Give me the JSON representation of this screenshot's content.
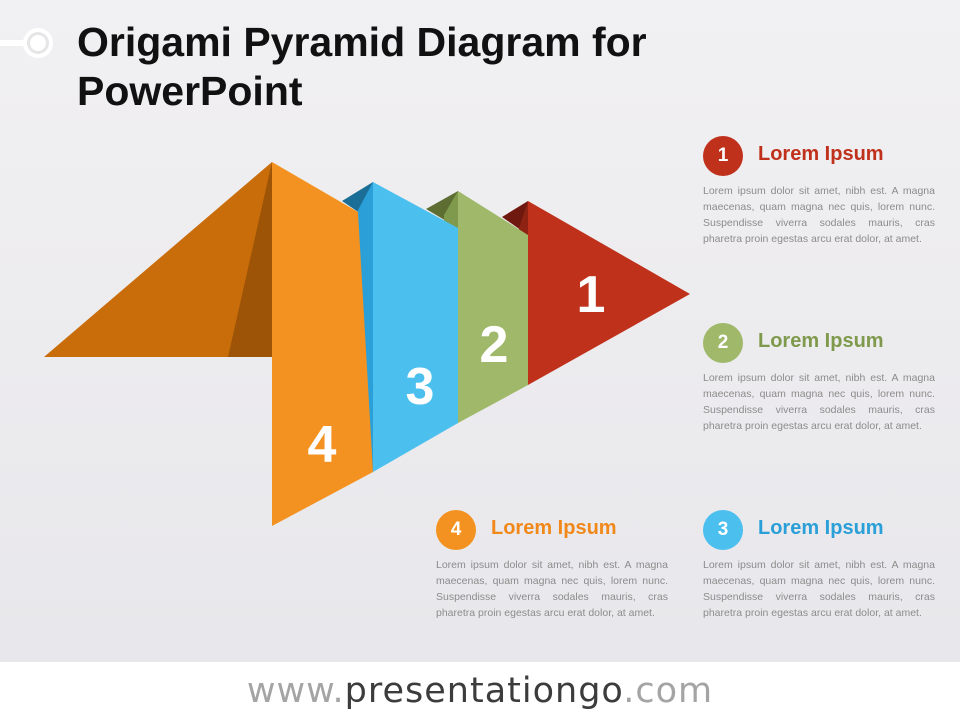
{
  "title": {
    "line1": "Origami Pyramid Diagram for",
    "line2": "PowerPoint"
  },
  "diagram": {
    "steps": [
      {
        "number": "1",
        "color": "#c0311c"
      },
      {
        "number": "2",
        "color": "#9fb86a"
      },
      {
        "number": "3",
        "color": "#4bbfee"
      },
      {
        "number": "4",
        "color": "#f39220"
      }
    ],
    "shadow_colors": {
      "red": "#6e1810",
      "green": "#5e6e33",
      "blue": "#1b6f96",
      "orange_dark": "#c86d0a",
      "orange_shadow": "#9d5407"
    }
  },
  "items": [
    {
      "number": "1",
      "title": "Lorem Ipsum",
      "color": "#c0311c",
      "body": "Lorem ipsum dolor sit amet, nibh est. A magna maecenas, quam magna nec quis, lorem nunc. Suspendisse viverra sodales mauris, cras pharetra proin egestas arcu erat dolor, at amet."
    },
    {
      "number": "2",
      "title": "Lorem Ipsum",
      "color": "#7f9a4c",
      "badge_color": "#9fb86a",
      "body": "Lorem ipsum dolor sit amet, nibh est. A magna maecenas, quam magna nec quis, lorem nunc. Suspendisse viverra sodales mauris, cras pharetra proin egestas arcu erat dolor, at amet."
    },
    {
      "number": "4",
      "title": "Lorem Ipsum",
      "color": "#f0891a",
      "badge_color": "#f39220",
      "body": "Lorem ipsum dolor sit amet, nibh est. A magna maecenas, quam magna nec quis, lorem nunc. Suspendisse viverra sodales mauris, cras pharetra proin egestas arcu erat dolor, at amet."
    },
    {
      "number": "3",
      "title": "Lorem Ipsum",
      "color": "#2a9fd8",
      "badge_color": "#4bbfee",
      "body": "Lorem ipsum dolor sit amet, nibh est. A magna maecenas, quam magna nec quis, lorem nunc. Suspendisse viverra sodales mauris, cras pharetra proin egestas arcu erat dolor, at amet."
    }
  ],
  "footer": {
    "prefix": "www.",
    "brand": "presentationgo",
    "suffix": ".com"
  }
}
